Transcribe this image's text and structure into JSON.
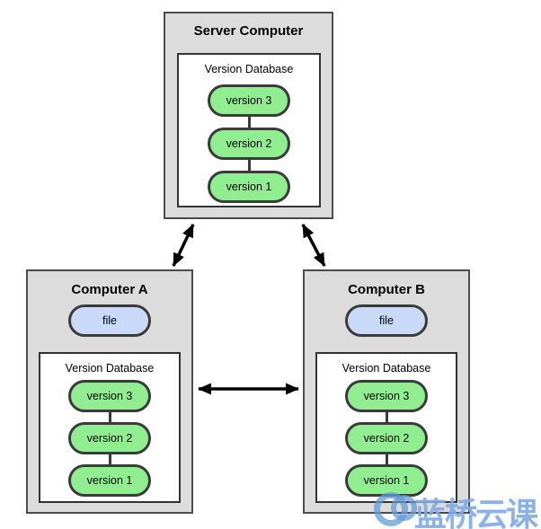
{
  "server": {
    "title": "Server Computer",
    "db_label": "Version Database",
    "versions": [
      "version 3",
      "version 2",
      "version 1"
    ]
  },
  "computer_a": {
    "title": "Computer A",
    "file_label": "file",
    "db_label": "Version Database",
    "versions": [
      "version 3",
      "version 2",
      "version 1"
    ]
  },
  "computer_b": {
    "title": "Computer B",
    "file_label": "file",
    "db_label": "Version Database",
    "versions": [
      "version 3",
      "version 2",
      "version 1"
    ]
  },
  "watermark": {
    "text": "蓝桥云课"
  },
  "colors": {
    "machine_bg": "#dcdcdc",
    "machine_border": "#4c4c4c",
    "db_bg": "#ffffff",
    "db_border": "#333333",
    "version_pill_green": "#90ee90",
    "file_pill_blue": "#c9daf8",
    "pill_border": "#3a3a3a",
    "arrow_black": "#000000",
    "watermark_blue": "#7daae6"
  }
}
